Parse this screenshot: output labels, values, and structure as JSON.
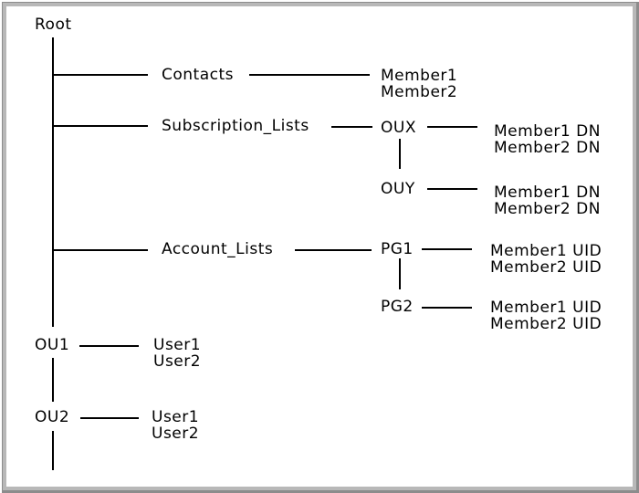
{
  "tree": {
    "root": {
      "label": "Root"
    },
    "branches": [
      {
        "label": "Contacts",
        "members": [
          "Member1",
          "Member2"
        ]
      },
      {
        "label": "Subscription_Lists",
        "children": [
          {
            "label": "OUX",
            "members": [
              "Member1 DN",
              "Member2 DN"
            ]
          },
          {
            "label": "OUY",
            "members": [
              "Member1 DN",
              "Member2 DN"
            ]
          }
        ]
      },
      {
        "label": "Account_Lists",
        "children": [
          {
            "label": "PG1",
            "members": [
              "Member1 UID",
              "Member2 UID"
            ]
          },
          {
            "label": "PG2",
            "members": [
              "Member1 UID",
              "Member2 UID"
            ]
          }
        ]
      },
      {
        "label": "OU1",
        "members": [
          "User1",
          "User2"
        ]
      },
      {
        "label": "OU2",
        "members": [
          "User1",
          "User2"
        ]
      }
    ]
  },
  "colors": {
    "background": "#ffffff",
    "line": "#000000",
    "frame_light": "#b8b8b8",
    "frame_dark": "#8c8c8c"
  }
}
